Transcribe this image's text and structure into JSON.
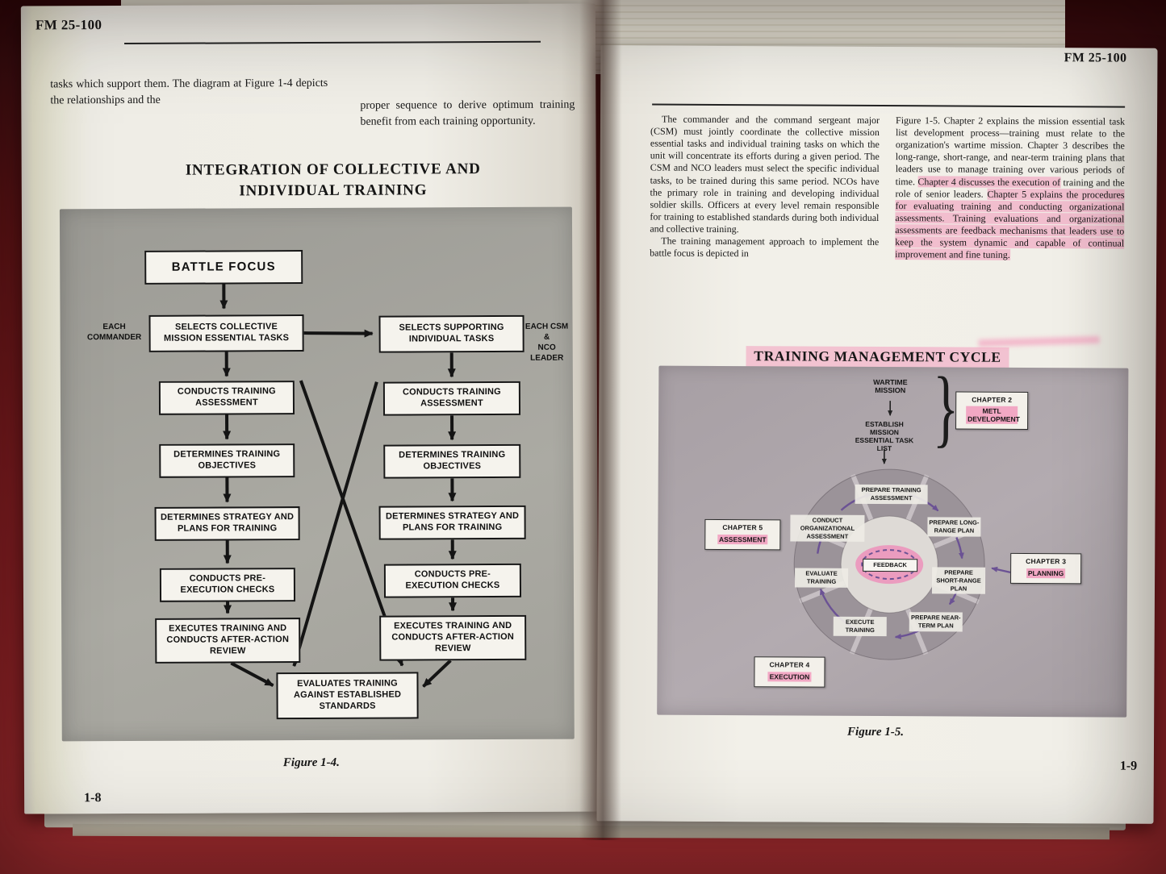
{
  "colors": {
    "highlight_pink": "#ee8fb5",
    "arrow_purple": "#6b5294",
    "panel_gray_left": "#a3a29b",
    "panel_gray_right": "#aba3a8",
    "cloth_red": "#8c2226",
    "page_cream": "#efede6"
  },
  "left_page": {
    "header": "FM 25-100",
    "intro_col1": "tasks which support them. The diagram at Figure 1-4 depicts the relationships and the",
    "intro_col2": "proper sequence to derive optimum training benefit from each training opportunity.",
    "title_lines": [
      "INTEGRATION OF COLLECTIVE AND",
      "INDIVIDUAL TRAINING"
    ],
    "flow": {
      "battle_focus": "BATTLE FOCUS",
      "left_role": "EACH\nCOMMANDER",
      "right_role": "EACH CSM &\nNCO LEADER",
      "left": [
        "SELECTS COLLECTIVE MISSION ESSENTIAL TASKS",
        "CONDUCTS TRAINING ASSESSMENT",
        "DETERMINES TRAINING OBJECTIVES",
        "DETERMINES STRATEGY AND PLANS FOR TRAINING",
        "CONDUCTS PRE-EXECUTION CHECKS",
        "EXECUTES TRAINING AND CONDUCTS AFTER-ACTION REVIEW"
      ],
      "right": [
        "SELECTS SUPPORTING INDIVIDUAL TASKS",
        "CONDUCTS TRAINING ASSESSMENT",
        "DETERMINES TRAINING OBJECTIVES",
        "DETERMINES STRATEGY AND PLANS FOR TRAINING",
        "CONDUCTS PRE-EXECUTION CHECKS",
        "EXECUTES TRAINING AND CONDUCTS AFTER-ACTION REVIEW"
      ],
      "bottom": "EVALUATES TRAINING AGAINST ESTABLISHED STANDARDS"
    },
    "figure_caption": "Figure 1-4.",
    "page_number": "1-8"
  },
  "right_page": {
    "header": "FM 25-100",
    "col1_para1": "The commander and the command sergeant major (CSM) must jointly coordinate the collective mission essential tasks and individual training tasks on which the unit will concentrate its efforts during a given period. The CSM and NCO leaders must select the specific individual tasks, to be trained during this same period. NCOs have the primary role in training and developing individual soldier skills. Officers at every level remain responsible for training to established standards during both individual and collective training.",
    "col1_para2": "The training management approach to implement the battle focus is depicted in",
    "col2_segments": [
      {
        "text": "Figure 1-5. Chapter 2 explains the mission essential task list development process—training must relate to the organization's wartime mission. Chapter 3 describes the long-range, short-range, and near-term training plans that leaders use to manage training over various periods of time. ",
        "highlighted": false
      },
      {
        "text": "Chapter 4 discusses the execution of",
        "highlighted": true
      },
      {
        "text": " training and the role of senior leaders. ",
        "highlighted": false
      },
      {
        "text": "Chapter 5 explains the procedures for evaluating training and conducting organizational assessments. Training evaluations and organizational assessments are feedback mechanisms that leaders use to keep the system dynamic and capable of continual improvement and fine tuning.",
        "highlighted": true
      }
    ],
    "cycle_title": "TRAINING MANAGEMENT CYCLE",
    "cycle": {
      "wartime_mission": "WARTIME MISSION",
      "establish_metl": "ESTABLISH MISSION ESSENTIAL TASK LIST",
      "brace": "}",
      "feedback": "FEEDBACK",
      "steps": [
        "PREPARE TRAINING ASSESSMENT",
        "PREPARE LONG-RANGE PLAN",
        "PREPARE SHORT-RANGE PLAN",
        "PREPARE NEAR-TERM PLAN",
        "EXECUTE TRAINING",
        "EVALUATE TRAINING",
        "CONDUCT ORGANIZATIONAL ASSESSMENT"
      ],
      "chapters": [
        {
          "label": "CHAPTER 2",
          "topic": "METL DEVELOPMENT"
        },
        {
          "label": "CHAPTER 3",
          "topic": "PLANNING"
        },
        {
          "label": "CHAPTER 4",
          "topic": "EXECUTION"
        },
        {
          "label": "CHAPTER 5",
          "topic": "ASSESSMENT"
        }
      ]
    },
    "figure_caption": "Figure 1-5.",
    "page_number": "1-9"
  }
}
